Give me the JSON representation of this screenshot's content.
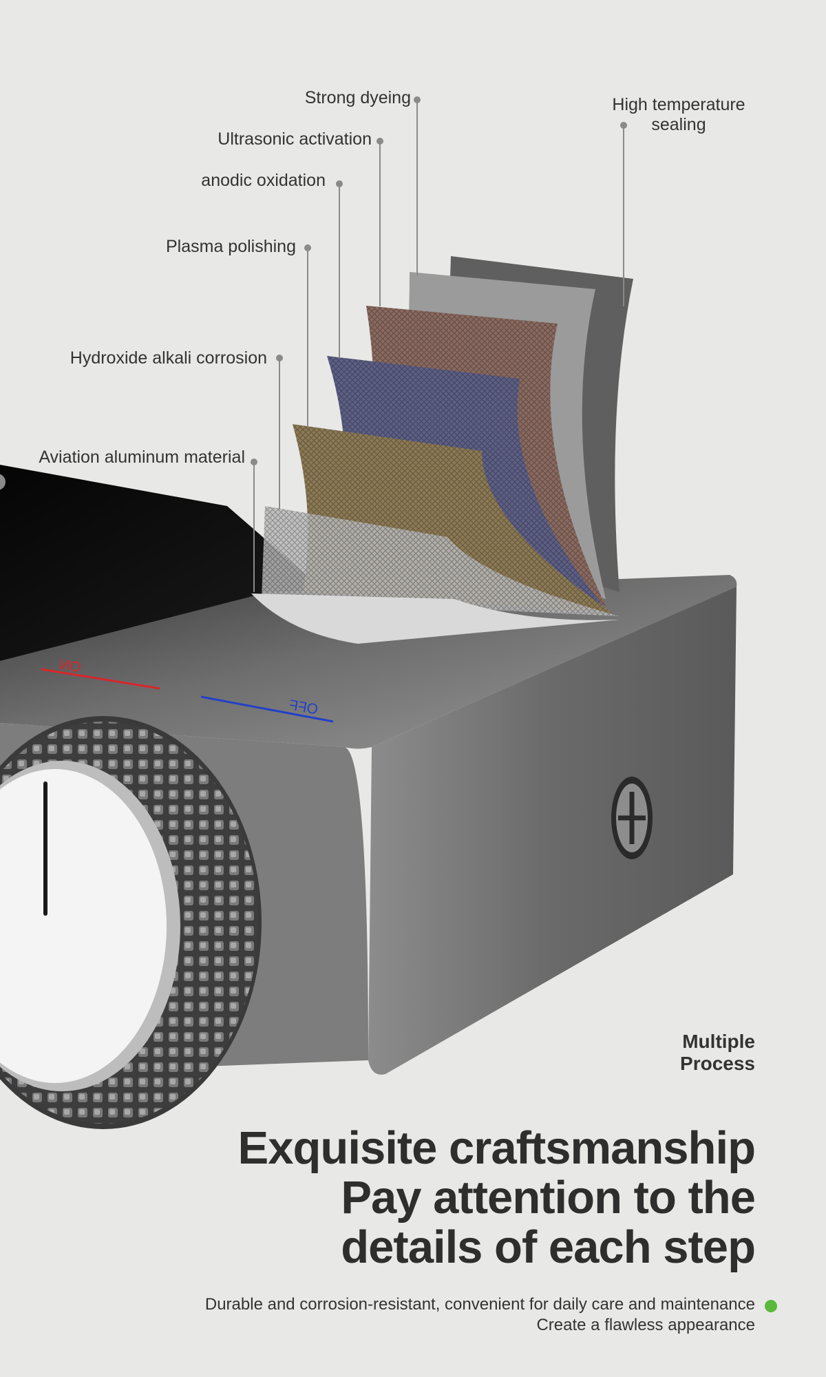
{
  "callouts": {
    "strong_dyeing": "Strong dyeing",
    "ultrasonic_activation": "Ultrasonic activation",
    "anodic_oxidation": "anodic oxidation",
    "plasma_polishing": "Plasma polishing",
    "hydroxide_alkali_corrosion": "Hydroxide alkali corrosion",
    "aviation_aluminum_material": "Aviation aluminum material",
    "high_temperature_sealing": [
      "High temperature",
      "sealing"
    ]
  },
  "product_marks": {
    "on_label": "ON",
    "off_label": "OFF"
  },
  "side_label": [
    "Multiple",
    "Process"
  ],
  "headline": [
    "Exquisite craftsmanship",
    "Pay attention to the",
    "details of each step"
  ],
  "description": [
    "Durable and corrosion-resistant, convenient for daily care and maintenance",
    "Create a flawless appearance"
  ],
  "colors": {
    "background": "#e8e8e6",
    "accent_dot": "#59b93c",
    "on_mark": "#d8262b",
    "off_mark": "#2340c8",
    "callout_line": "#8a8a8a"
  }
}
